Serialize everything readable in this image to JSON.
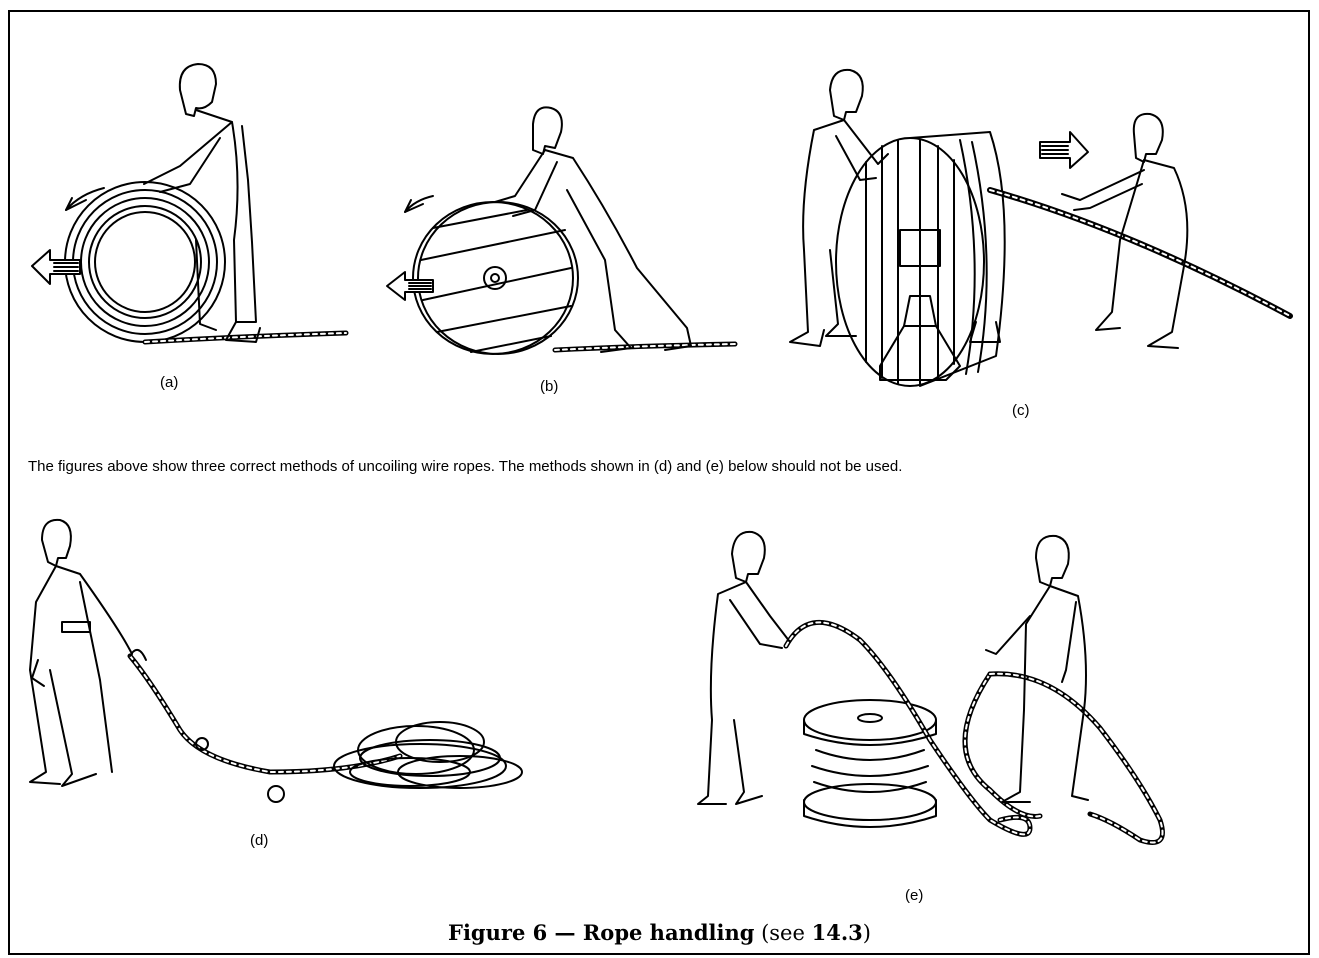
{
  "figures": [
    {
      "label": "(a)"
    },
    {
      "label": "(b)"
    },
    {
      "label": "(c)"
    },
    {
      "label": "(d)"
    },
    {
      "label": "(e)"
    }
  ],
  "note": "The figures above show three correct methods of uncoiling wire ropes. The methods shown in (d) and (e) below should not be used.",
  "caption": {
    "prefix": "Figure 6 — Rope handling",
    "ref_open": " (see ",
    "ref_clause": "14.3",
    "ref_close": ")"
  },
  "icons": [
    "person-icon",
    "rope-coil-icon",
    "cable-reel-icon",
    "arrow-icon",
    "reel-stand-icon"
  ]
}
